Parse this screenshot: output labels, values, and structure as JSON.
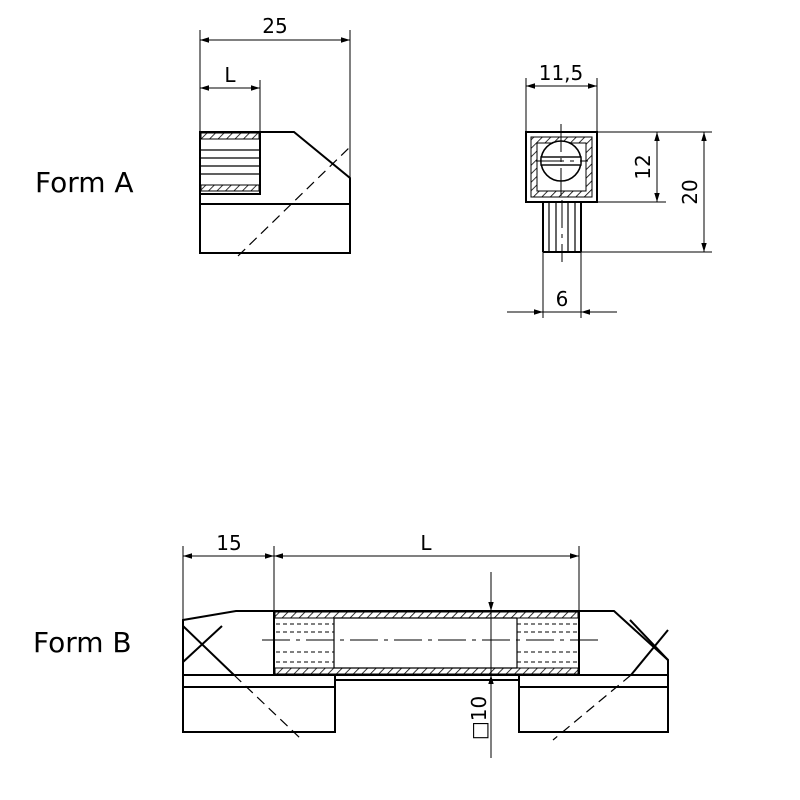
{
  "form_a": {
    "title": "Form A",
    "dim_width": "25",
    "dim_insert": "L",
    "dim_front_width": "11,5",
    "dim_front_height_inner": "12",
    "dim_front_height_total": "20",
    "dim_stem": "6"
  },
  "form_b": {
    "title": "Form B",
    "dim_end": "15",
    "dim_length": "L",
    "dim_square": "□10"
  },
  "colors": {
    "line": "#000000",
    "background": "#ffffff"
  }
}
